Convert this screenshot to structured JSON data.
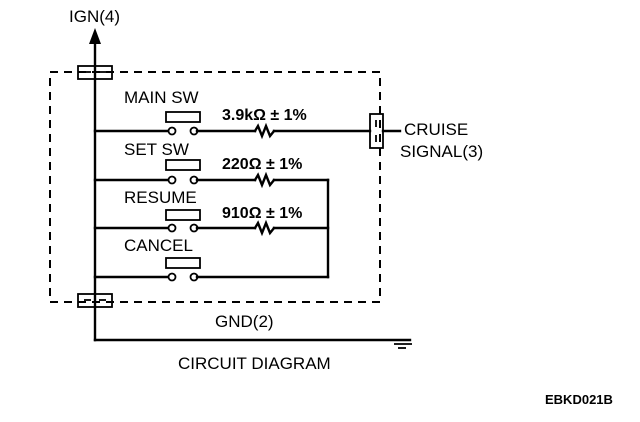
{
  "labels": {
    "ign": "IGN(4)",
    "main_sw": "MAIN SW",
    "set_sw": "SET SW",
    "resume": "RESUME",
    "cancel": "CANCEL",
    "r_main": "3.9kΩ ± 1%",
    "r_set": "220Ω ± 1%",
    "r_resume": "910Ω ± 1%",
    "cruise": "CRUISE",
    "signal": "SIGNAL(3)",
    "gnd": "GND(2)",
    "title": "CIRCUIT DIAGRAM",
    "code": "EBKD021B"
  }
}
